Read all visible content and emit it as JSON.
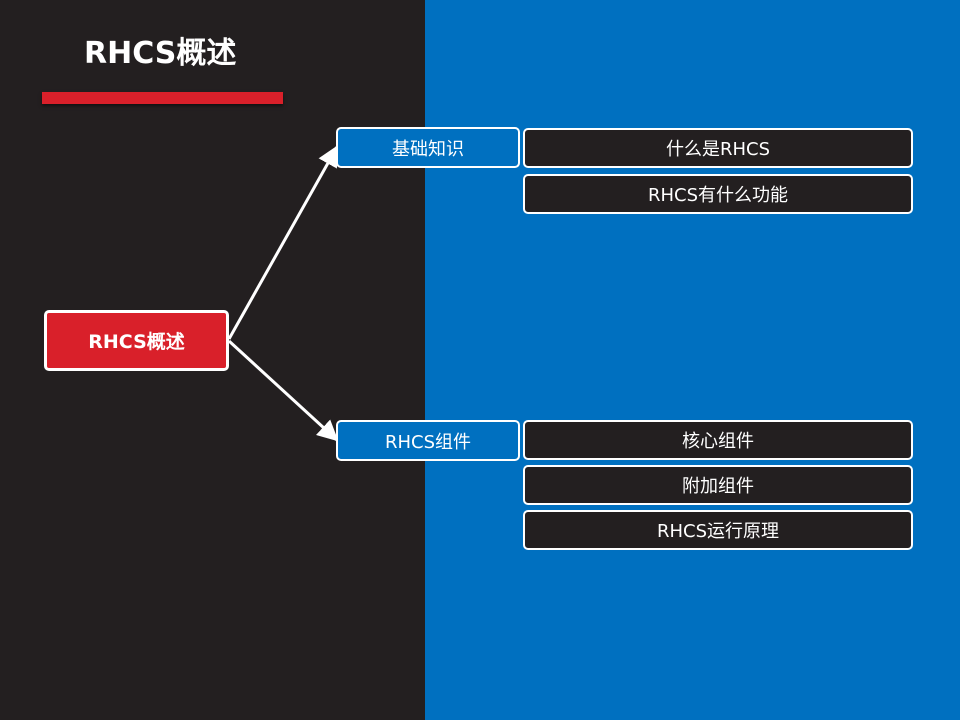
{
  "colors": {
    "left_panel": "#231f20",
    "right_panel": "#0070c0",
    "accent_red": "#d9202a",
    "node_border": "#ffffff"
  },
  "title": "RHCS概述",
  "mindmap": {
    "root": "RHCS概述",
    "branches": [
      {
        "label": "基础知识",
        "items": [
          "什么是RHCS",
          "RHCS有什么功能"
        ]
      },
      {
        "label": "RHCS组件",
        "items": [
          "核心组件",
          "附加组件",
          "RHCS运行原理"
        ]
      }
    ]
  }
}
